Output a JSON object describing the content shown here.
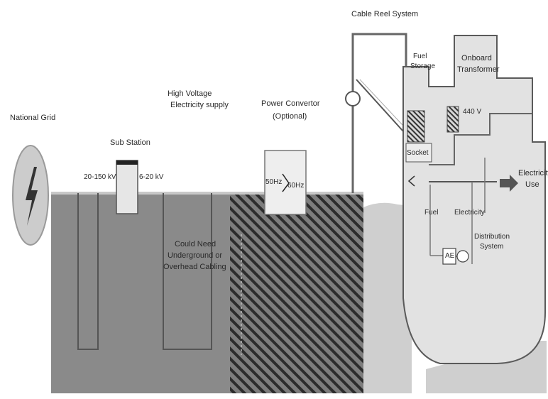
{
  "labels": {
    "national_grid": "National Grid",
    "sub_station": "Sub Station",
    "kv_left": "20-150 kV",
    "kv_right": "6-20 kV",
    "hv_line1": "High Voltage",
    "hv_line2": "Electricity supply",
    "converter_line1": "Power Convertor",
    "converter_line2": "(Optional)",
    "freq_in": "50Hz",
    "freq_out": "60Hz",
    "cabling_line1": "Could Need",
    "cabling_line2": "Underground or",
    "cabling_line3": "Overhead Cabling",
    "cable_reel": "Cable Reel System",
    "fuel_line1": "Fuel",
    "fuel_line2": "Storage",
    "onboard_line1": "Onboard",
    "onboard_line2": "Transformer",
    "v440": "440 V",
    "socket": "Socket",
    "fuel": "Fuel",
    "electricity": "Electricity",
    "ae": "AE",
    "distribution_line1": "Distribution",
    "distribution_line2": "System",
    "use_line1": "Electricity",
    "use_line2": "Use"
  },
  "colors": {
    "ground_dark": "#8a8a8a",
    "ground_light": "#c4c4c4",
    "hull": "#e2e2e2",
    "outline": "#4a4a4a"
  }
}
